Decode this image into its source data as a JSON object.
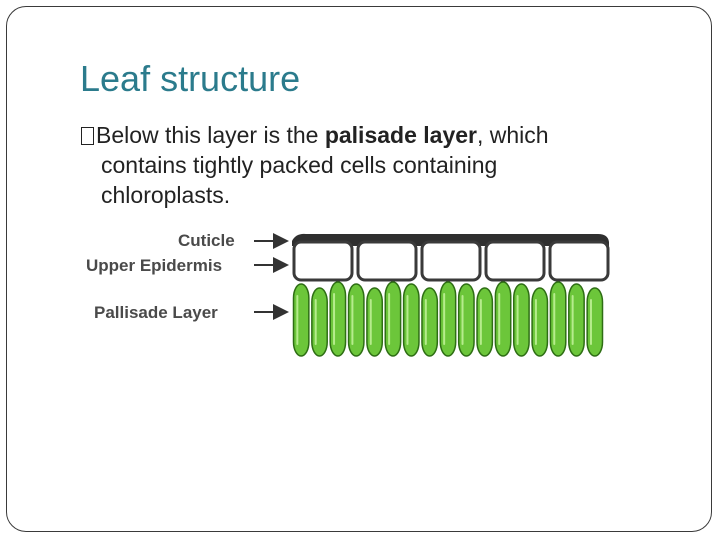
{
  "slide": {
    "title": "Leaf structure",
    "bullet": {
      "text_before": "Below this layer is the ",
      "emphasis": "palisade layer",
      "text_after_1": ", which",
      "line_2": "contains tightly packed cells containing",
      "line_3": "chloroplasts."
    }
  },
  "diagram": {
    "labels": {
      "cuticle": "Cuticle",
      "upper_epidermis": "Upper Epidermis",
      "palisade": "Pallisade Layer"
    },
    "colors": {
      "cell_fill": "#6cc63a",
      "cell_stroke": "#2e6e14",
      "epidermis_fill": "#ffffff",
      "cuticle": "#3a3a3a",
      "title": "#2b7b8c"
    }
  }
}
